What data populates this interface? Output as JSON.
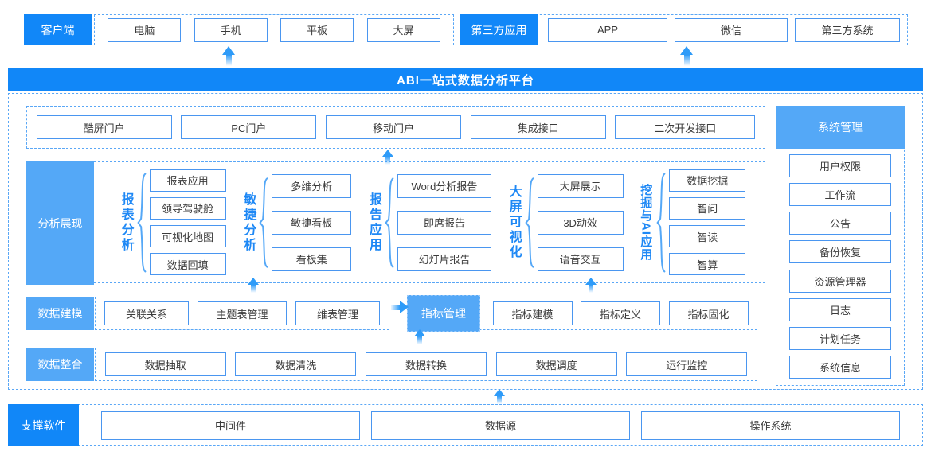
{
  "colors": {
    "primary_blue": "#1187f8",
    "light_blue": "#54a8f7",
    "box_border": "#4a96f0",
    "dashed_border": "#5aa7f6",
    "arrow_blue": "#2e9bf8",
    "group_label_blue": "#1e88f5",
    "text": "#3b3b3b"
  },
  "client": {
    "label": "客户端",
    "devices": [
      "电脑",
      "手机",
      "平板",
      "大屏"
    ]
  },
  "third_party": {
    "label": "第三方应用",
    "apps": [
      "APP",
      "微信",
      "第三方系统"
    ]
  },
  "platform": {
    "title": "ABI一站式数据分析平台"
  },
  "portals": [
    "酷屏门户",
    "PC门户",
    "移动门户",
    "集成接口",
    "二次开发接口"
  ],
  "analysis": {
    "label": "分析展现",
    "groups": [
      {
        "name": "报表分析",
        "items": [
          "报表应用",
          "领导驾驶舱",
          "可视化地图",
          "数据回填"
        ]
      },
      {
        "name": "敏捷分析",
        "items": [
          "多维分析",
          "敏捷看板",
          "看板集"
        ]
      },
      {
        "name": "报告应用",
        "items": [
          "Word分析报告",
          "即席报告",
          "幻灯片报告"
        ]
      },
      {
        "name": "大屏可视化",
        "items": [
          "大屏展示",
          "3D动效",
          "语音交互"
        ]
      },
      {
        "name": "挖掘与AI应用",
        "items": [
          "数据挖掘",
          "智问",
          "智读",
          "智算"
        ]
      }
    ]
  },
  "modeling": {
    "label": "数据建模",
    "items": [
      "关联关系",
      "主题表管理",
      "维表管理"
    ]
  },
  "metrics": {
    "label": "指标管理",
    "items": [
      "指标建模",
      "指标定义",
      "指标固化"
    ]
  },
  "integration": {
    "label": "数据整合",
    "items": [
      "数据抽取",
      "数据清洗",
      "数据转换",
      "数据调度",
      "运行监控"
    ]
  },
  "system": {
    "label": "系统管理",
    "items": [
      "用户权限",
      "工作流",
      "公告",
      "备份恢复",
      "资源管理器",
      "日志",
      "计划任务",
      "系统信息"
    ]
  },
  "support": {
    "label": "支撑软件",
    "items": [
      "中间件",
      "数据源",
      "操作系统"
    ]
  }
}
